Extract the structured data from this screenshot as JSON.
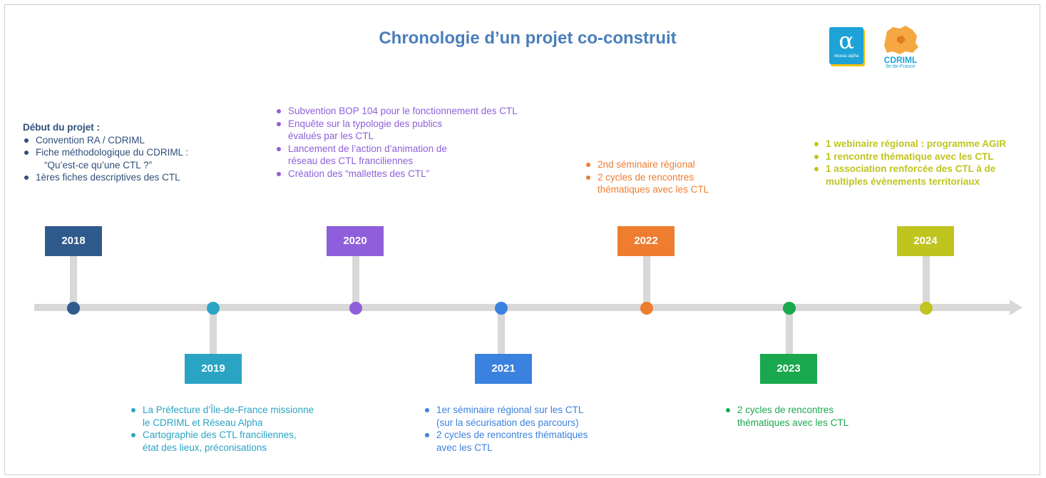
{
  "title": "Chronologie d’un projet co-construit",
  "logos": {
    "reseau_alpha_symbol": "α",
    "reseau_alpha_caption": "réseau alpha",
    "cdriml_name": "CDRIML",
    "cdriml_region": "Île-de-France"
  },
  "colors": {
    "2018": "#2f5a8c",
    "2019": "#2aa4c4",
    "2020": "#8f5fdb",
    "2021": "#3b82e0",
    "2022": "#ee7d30",
    "2023": "#1aa84e",
    "2024": "#c0c41e",
    "axis": "#d8d8d8",
    "title": "#4a7ebb"
  },
  "years": [
    {
      "label": "2018",
      "position": "above"
    },
    {
      "label": "2019",
      "position": "below"
    },
    {
      "label": "2020",
      "position": "above"
    },
    {
      "label": "2021",
      "position": "below"
    },
    {
      "label": "2022",
      "position": "above"
    },
    {
      "label": "2023",
      "position": "below"
    },
    {
      "label": "2024",
      "position": "above"
    }
  ],
  "blocks": {
    "y2018": {
      "heading": "Début du projet :",
      "items": [
        "Convention RA / CDRIML",
        "Fiche méthodologique du CDRIML :",
        "1ères  fiches descriptives des CTL"
      ],
      "item2_cont": "“Qu’est-ce qu’une CTL ?”"
    },
    "y2019": {
      "items": [
        [
          "La Préfecture d’Île-de-France missionne",
          "le CDRIML et Réseau Alpha"
        ],
        [
          "Cartographie des CTL franciliennes,",
          "état des lieux, préconisations"
        ]
      ]
    },
    "y2020": {
      "items": [
        [
          "Subvention BOP 104 pour le fonctionnement des CTL"
        ],
        [
          "Enquête sur la typologie des publics",
          "évalués par les CTL"
        ],
        [
          "Lancement de l’action d’animation de",
          "réseau des CTL franciliennes"
        ],
        [
          "Création des “mallettes des CTL”"
        ]
      ]
    },
    "y2021": {
      "items": [
        [
          "1er séminaire régional sur les CTL",
          "(sur la sécurisation des parcours)"
        ],
        [
          "2 cycles de rencontres thématiques",
          "avec les CTL"
        ]
      ]
    },
    "y2022": {
      "items": [
        [
          "2nd séminaire régional"
        ],
        [
          "2 cycles de rencontres",
          "thématiques avec les CTL"
        ]
      ]
    },
    "y2023": {
      "items": [
        [
          "2 cycles de rencontres",
          "thématiques avec les CTL"
        ]
      ]
    },
    "y2024": {
      "items": [
        [
          "1 webinaire régional : programme AGIR"
        ],
        [
          "1 rencontre thématique avec les CTL"
        ],
        [
          "1 association renforcée des CTL à de",
          "multiples évènements territoriaux"
        ]
      ]
    }
  }
}
